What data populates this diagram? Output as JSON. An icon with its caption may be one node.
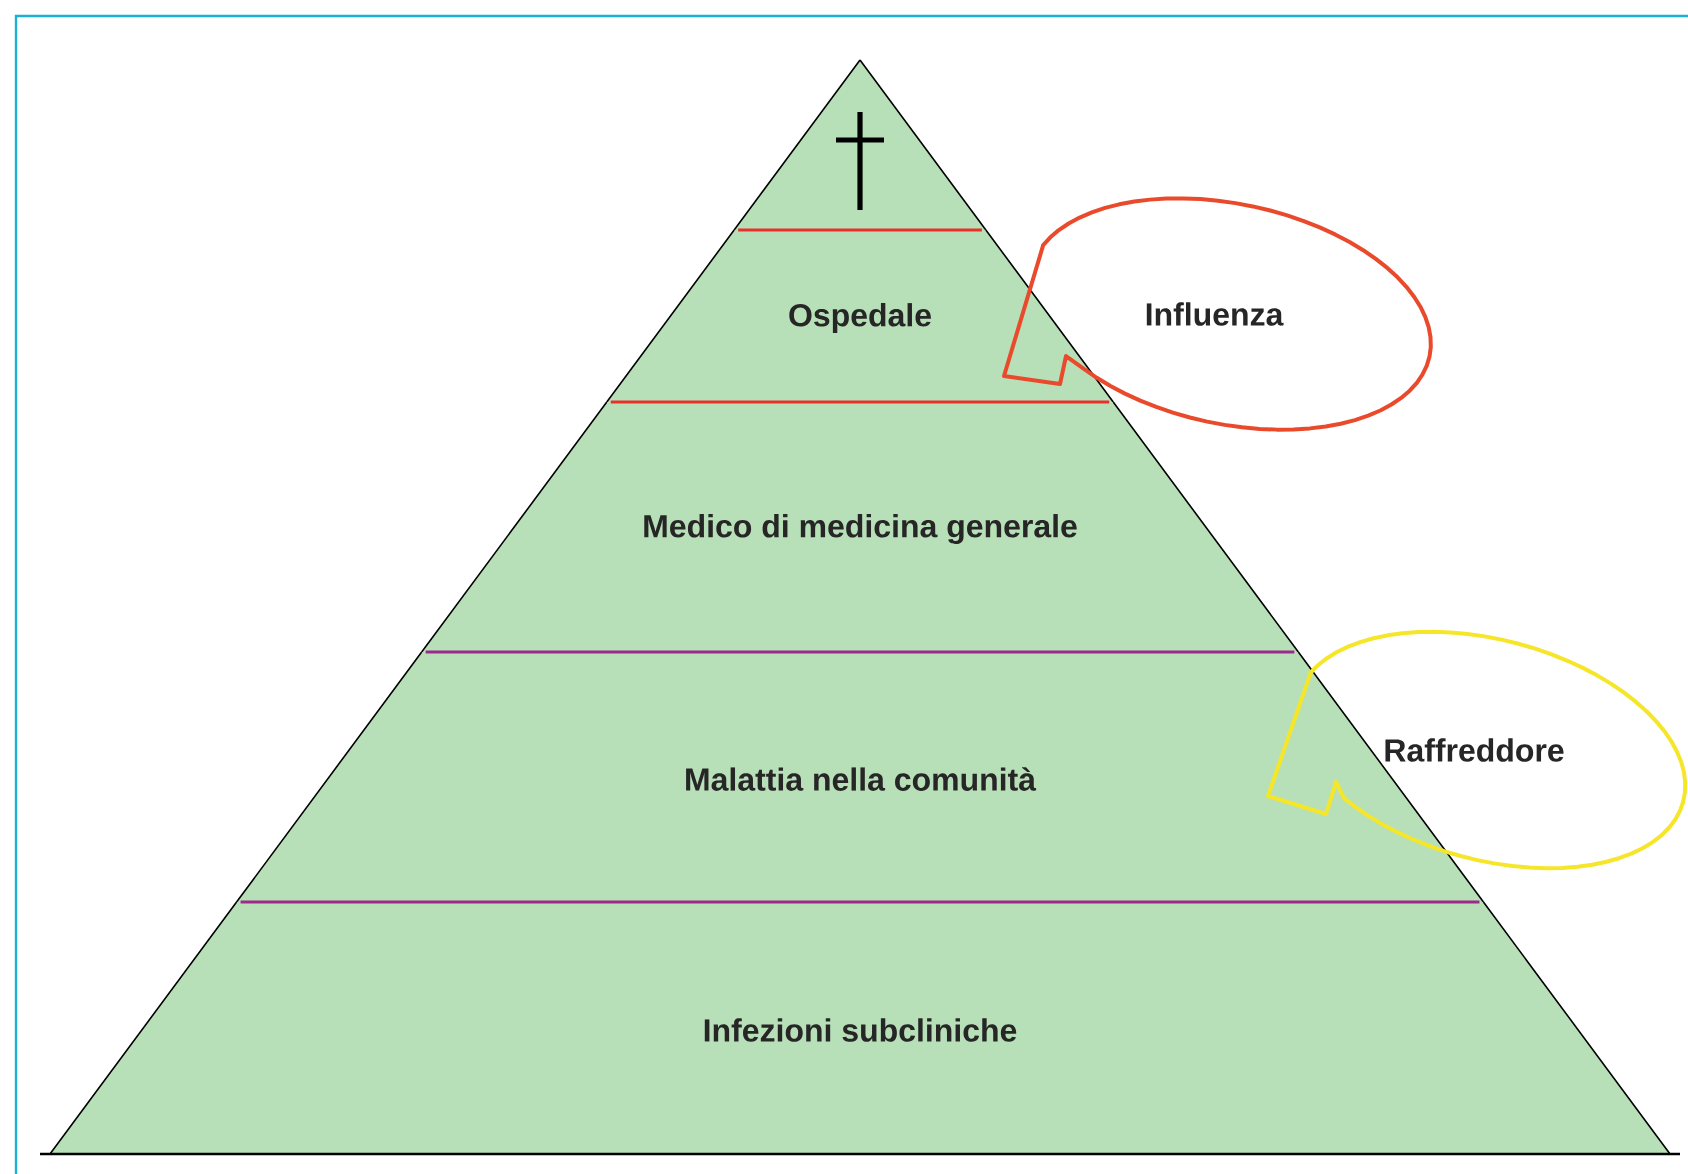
{
  "diagram": {
    "nodes": [
      {
        "text": [],
        "shape": "triangle"
      },
      {
        "text": [
          "Ospedale"
        ]
      },
      {
        "text": [
          "Medico di medicina generale"
        ]
      },
      {
        "text": [
          "Malattia nella comunità"
        ]
      },
      {
        "text": [
          "Infezioni subcliniche"
        ]
      },
      {
        "text": [
          "Influenza"
        ]
      },
      {
        "text": [
          "Raffreddore"
        ]
      }
    ]
  }
}
